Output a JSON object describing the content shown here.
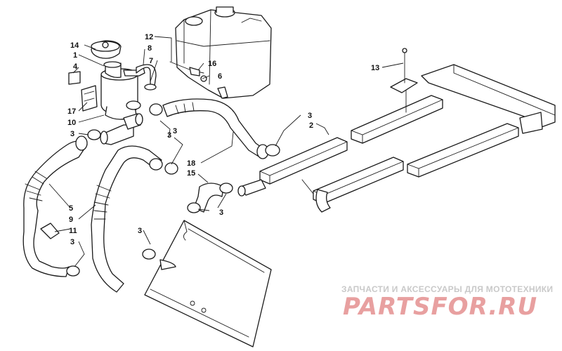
{
  "diagram": {
    "callouts": [
      {
        "id": "c14",
        "label": "14"
      },
      {
        "id": "c1",
        "label": "1"
      },
      {
        "id": "c4",
        "label": "4"
      },
      {
        "id": "c17",
        "label": "17"
      },
      {
        "id": "c10",
        "label": "10"
      },
      {
        "id": "c8",
        "label": "8"
      },
      {
        "id": "c7",
        "label": "7"
      },
      {
        "id": "c12",
        "label": "12"
      },
      {
        "id": "c16",
        "label": "16"
      },
      {
        "id": "c6",
        "label": "6"
      },
      {
        "id": "c13",
        "label": "13"
      },
      {
        "id": "c3a",
        "label": "3"
      },
      {
        "id": "c3b",
        "label": "3"
      },
      {
        "id": "c3c",
        "label": "3"
      },
      {
        "id": "c2",
        "label": "2"
      },
      {
        "id": "c3d",
        "label": "3"
      },
      {
        "id": "c18",
        "label": "18"
      },
      {
        "id": "c15",
        "label": "15"
      },
      {
        "id": "c3e",
        "label": "3"
      },
      {
        "id": "c5",
        "label": "5"
      },
      {
        "id": "c9",
        "label": "9"
      },
      {
        "id": "c11",
        "label": "11"
      },
      {
        "id": "c3f",
        "label": "3"
      },
      {
        "id": "c3g",
        "label": "3"
      }
    ]
  },
  "watermark": {
    "tagline": "ЗАПЧАСТИ И АКСЕССУАРЫ ДЛЯ МОТОТЕХНИКИ",
    "brand": "PARTSFOR.RU",
    "brand_color": "#e8a0a0"
  }
}
